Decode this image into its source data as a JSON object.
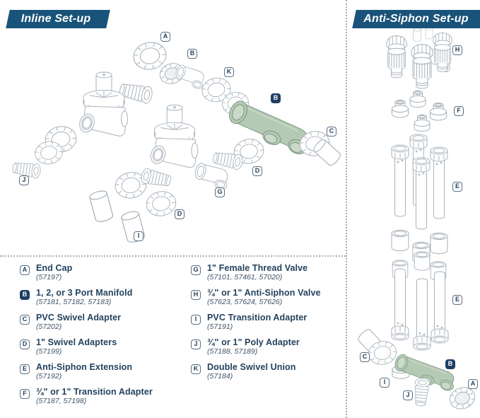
{
  "headers": {
    "left_label": "Inline Set-up",
    "right_label": "Anti-Siphon Set-up"
  },
  "colors": {
    "banner_blue": "#195379",
    "badge_navy": "#1e3f63",
    "text_navy": "#24425d",
    "line_gray": "#a8b2bb",
    "highlight_green": "#b5cab4",
    "highlight_green_outline": "#7b9483"
  },
  "diagram_left": {
    "badges": [
      {
        "letter": "A",
        "filled": false
      },
      {
        "letter": "B",
        "filled": false
      },
      {
        "letter": "K",
        "filled": false
      },
      {
        "letter": "B",
        "filled": true
      },
      {
        "letter": "C",
        "filled": false
      },
      {
        "letter": "D",
        "filled": false
      },
      {
        "letter": "G",
        "filled": false
      },
      {
        "letter": "D",
        "filled": false
      },
      {
        "letter": "I",
        "filled": false
      },
      {
        "letter": "J",
        "filled": false
      }
    ]
  },
  "diagram_right": {
    "badges": [
      {
        "letter": "H",
        "filled": false
      },
      {
        "letter": "F",
        "filled": false
      },
      {
        "letter": "E",
        "filled": false
      },
      {
        "letter": "E",
        "filled": false
      },
      {
        "letter": "C",
        "filled": false
      },
      {
        "letter": "B",
        "filled": true
      },
      {
        "letter": "I",
        "filled": false
      },
      {
        "letter": "J",
        "filled": false
      },
      {
        "letter": "A",
        "filled": false
      }
    ]
  },
  "legend": {
    "column1": [
      {
        "letter": "A",
        "filled": false,
        "name": "End Cap",
        "numbers": "(57197)"
      },
      {
        "letter": "B",
        "filled": true,
        "name": "1, 2, or 3 Port Manifold",
        "numbers": "(57181, 57182, 57183)"
      },
      {
        "letter": "C",
        "filled": false,
        "name": "PVC Swivel Adapter",
        "numbers": "(57202)"
      },
      {
        "letter": "D",
        "filled": false,
        "name": "1\" Swivel Adapters",
        "numbers": "(57199)"
      },
      {
        "letter": "E",
        "filled": false,
        "name": "Anti-Siphon Extension",
        "numbers": "(57192)"
      },
      {
        "letter": "F",
        "filled": false,
        "name": "¾\" or 1\" Transition Adapter",
        "numbers": "(57187, 57198)"
      }
    ],
    "column2": [
      {
        "letter": "G",
        "filled": false,
        "name": "1\" Female Thread Valve",
        "numbers": "(57101, 57461, 57020)"
      },
      {
        "letter": "H",
        "filled": false,
        "name": "¾\" or 1\" Anti-Siphon Valve",
        "numbers": "(57623, 57624, 57626)"
      },
      {
        "letter": "I",
        "filled": false,
        "name": "PVC Transition Adapter",
        "numbers": "(57191)"
      },
      {
        "letter": "J",
        "filled": false,
        "name": "¾\" or 1\" Poly Adapter",
        "numbers": "(57188, 57189)"
      },
      {
        "letter": "K",
        "filled": false,
        "name": "Double Swivel Union",
        "numbers": "(57184)"
      }
    ]
  }
}
